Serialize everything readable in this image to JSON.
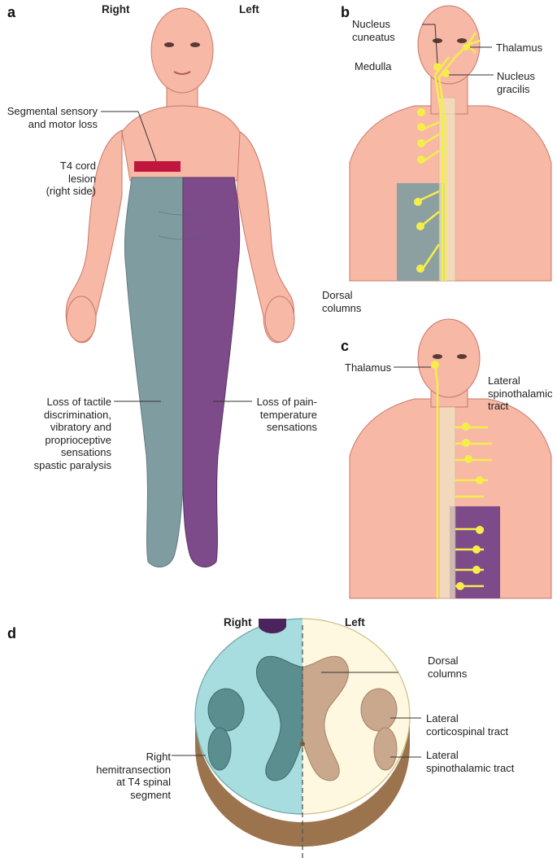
{
  "panel_a": {
    "letter": "a",
    "right": "Right",
    "left": "Left",
    "seg_loss": "Segmental sensory\nand motor loss",
    "lesion": "T4 cord\nlesion\n(right side)",
    "loss_tactile": "Loss of tactile\ndiscrimination,\nvibratory and\nproprioceptive\nsensations\nspastic paralysis",
    "loss_pain": "Loss of pain-\ntemperature\nsensations"
  },
  "panel_b": {
    "letter": "b",
    "nucleus_cuneatus": "Nucleus\ncuneatus",
    "medulla": "Medulla",
    "thalamus": "Thalamus",
    "nucleus_gracilis": "Nucleus\ngracilis",
    "dorsal_columns": "Dorsal\ncolumns"
  },
  "panel_c": {
    "letter": "c",
    "thalamus": "Thalamus",
    "lateral_spinothalamic": "Lateral\nspinothalamic\ntract"
  },
  "panel_d": {
    "letter": "d",
    "right": "Right",
    "left": "Left",
    "dorsal_columns": "Dorsal\ncolumns",
    "lateral_corticospinal": "Lateral\ncorticospinal tract",
    "lateral_spinothalamic": "Lateral\nspinothalamic tract",
    "hemitransection": "Right\nhemitransection\nat T4 spinal\nsegment"
  },
  "colors": {
    "skin": "#f7b8a6",
    "skin_outline": "#c9786a",
    "right_loss": "#7f9da1",
    "left_loss": "#7d4b8a",
    "lesion": "#c0163d",
    "tract": "#f5ee4a",
    "cord_right": "#a8dde0",
    "cord_left": "#fdf8df",
    "gray_left": "#c9a88e",
    "gray_right": "#5b8e8f"
  }
}
